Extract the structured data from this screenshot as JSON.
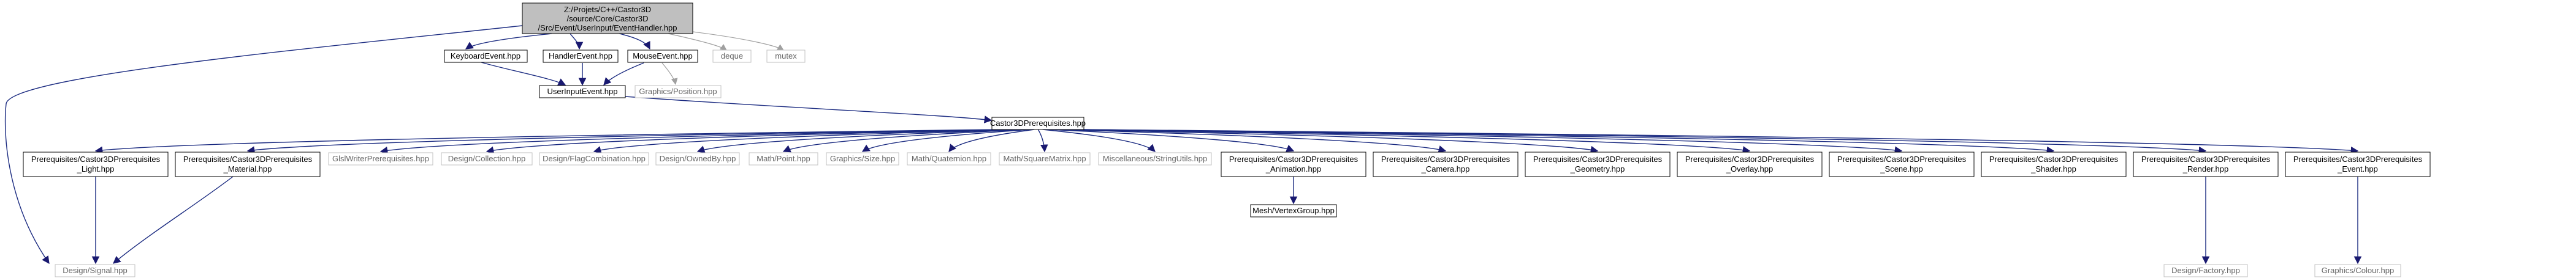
{
  "colors": {
    "root_fill": "#bfbfbf",
    "box_stroke_dark": "#000000",
    "box_stroke_light": "#c0c0c0",
    "edge_dark": "#191970",
    "text_dark": "#000000",
    "text_light": "#666666"
  },
  "nodes": {
    "root": [
      "Z:/Projets/C++/Castor3D",
      "/source/Core/Castor3D",
      "/Src/Event/UserInput/EventHandler.hpp"
    ],
    "keyboard_event": "KeyboardEvent.hpp",
    "handler_event": "HandlerEvent.hpp",
    "mouse_event": "MouseEvent.hpp",
    "deque": "deque",
    "mutex": "mutex",
    "user_input_event": "UserInputEvent.hpp",
    "graphics_position": "Graphics/Position.hpp",
    "castor_prereq": "Castor3DPrerequisites.hpp",
    "prereq_light": [
      "Prerequisites/Castor3DPrerequisites",
      "_Light.hpp"
    ],
    "prereq_material": [
      "Prerequisites/Castor3DPrerequisites",
      "_Material.hpp"
    ],
    "glsl_writer": "GlslWriterPrerequisites.hpp",
    "design_collection": "Design/Collection.hpp",
    "design_flag": "Design/FlagCombination.hpp",
    "design_owned": "Design/OwnedBy.hpp",
    "math_point": "Math/Point.hpp",
    "graphics_size": "Graphics/Size.hpp",
    "math_quaternion": "Math/Quaternion.hpp",
    "math_square": "Math/SquareMatrix.hpp",
    "misc_string": "Miscellaneous/StringUtils.hpp",
    "prereq_animation": [
      "Prerequisites/Castor3DPrerequisites",
      "_Animation.hpp"
    ],
    "prereq_camera": [
      "Prerequisites/Castor3DPrerequisites",
      "_Camera.hpp"
    ],
    "prereq_geometry": [
      "Prerequisites/Castor3DPrerequisites",
      "_Geometry.hpp"
    ],
    "prereq_overlay": [
      "Prerequisites/Castor3DPrerequisites",
      "_Overlay.hpp"
    ],
    "prereq_scene": [
      "Prerequisites/Castor3DPrerequisites",
      "_Scene.hpp"
    ],
    "prereq_shader": [
      "Prerequisites/Castor3DPrerequisites",
      "_Shader.hpp"
    ],
    "prereq_render": [
      "Prerequisites/Castor3DPrerequisites",
      "_Render.hpp"
    ],
    "prereq_event": [
      "Prerequisites/Castor3DPrerequisites",
      "_Event.hpp"
    ],
    "mesh_vertex_group": "Mesh/VertexGroup.hpp",
    "design_signal": "Design/Signal.hpp",
    "design_factory": "Design/Factory.hpp",
    "graphics_colour": "Graphics/Colour.hpp"
  }
}
